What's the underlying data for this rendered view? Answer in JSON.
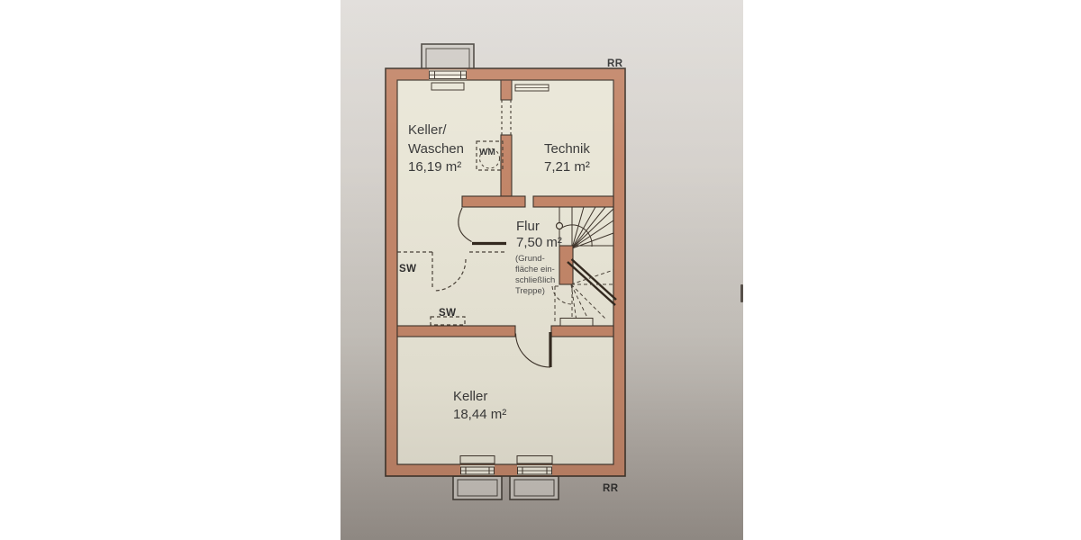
{
  "plan_colors": {
    "wall_fill": "#c38669",
    "room_fill": "#e9e6d7",
    "outline": "#3e342b",
    "paper_top": "#dedbd7",
    "paper_bottom": "#9e9892",
    "glazing_fill": "#f0ecdf"
  },
  "rooms": [
    {
      "name": "Keller/Waschen",
      "label_lines": [
        "Keller/",
        "Waschen"
      ],
      "area": "16,19 m²"
    },
    {
      "name": "Technik",
      "label_lines": [
        "Technik"
      ],
      "area": "7,21 m²"
    },
    {
      "name": "Flur",
      "label_lines": [
        "Flur"
      ],
      "area": "7,50 m²",
      "note_lines": [
        "(Grund-",
        "fläche ein-",
        "schließlich",
        "Treppe)"
      ]
    },
    {
      "name": "Keller",
      "label_lines": [
        "Keller"
      ],
      "area": "18,44 m²"
    }
  ],
  "annotations": {
    "wm": "WM",
    "sw_upper": "SW",
    "sw_lower": "SW",
    "rr_top": "RR",
    "rr_bottom": "RR"
  }
}
